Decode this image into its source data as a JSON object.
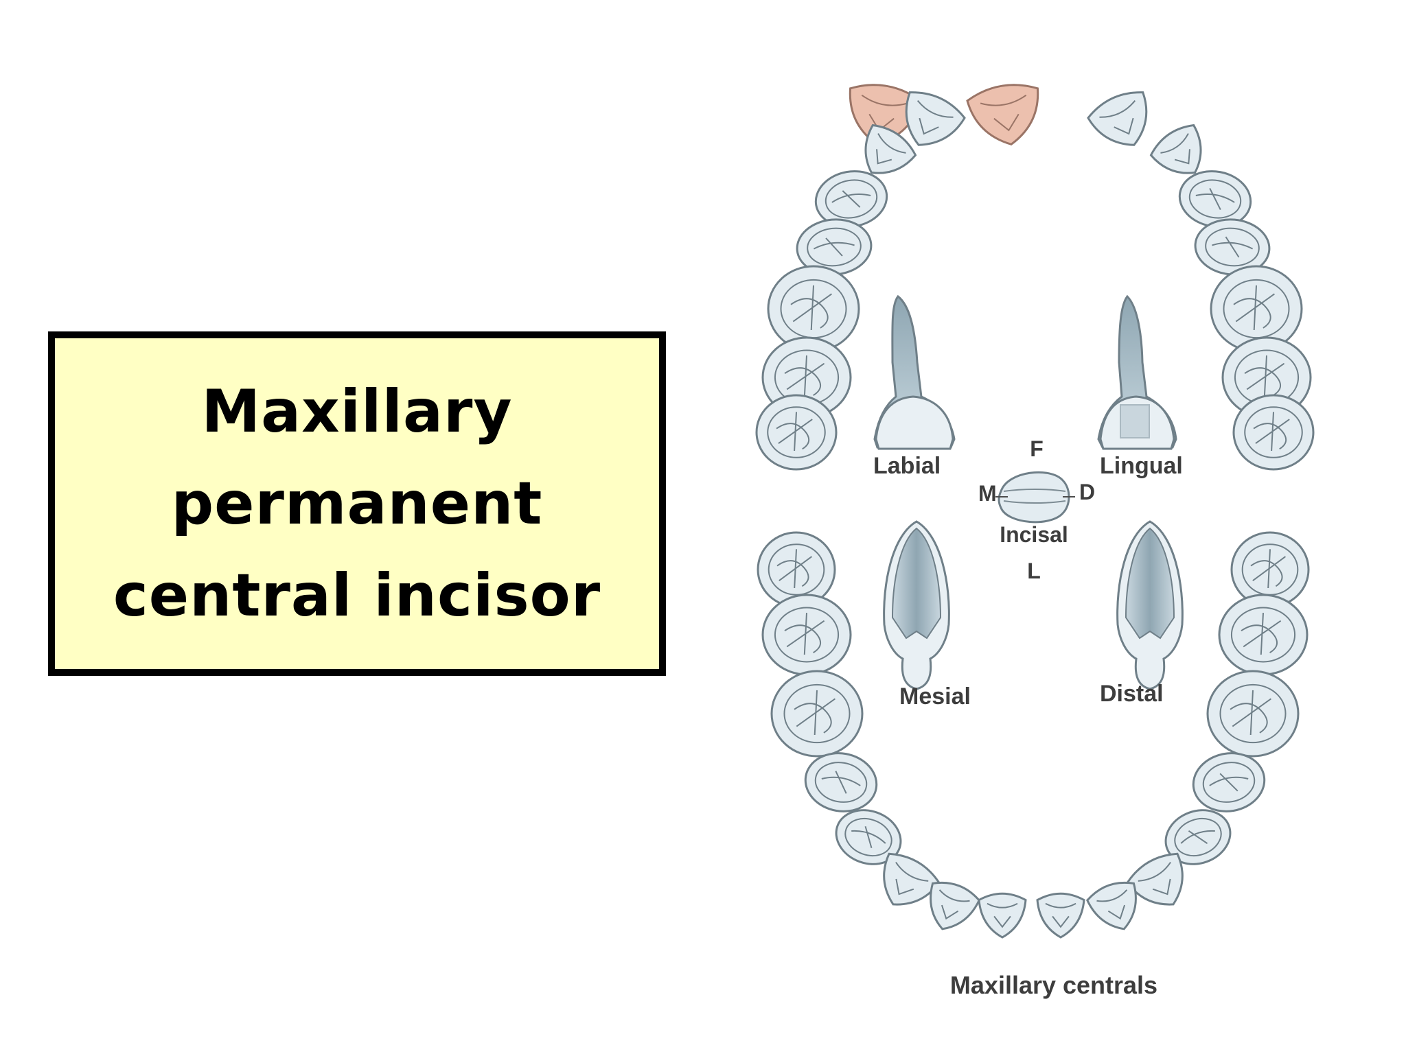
{
  "title": {
    "lines": [
      "Maxillary",
      "permanent",
      "central incisor"
    ]
  },
  "diagram": {
    "caption": "Maxillary centrals",
    "views": {
      "labial": "Labial",
      "lingual": "Lingual",
      "mesial": "Mesial",
      "distal": "Distal",
      "incisal": "Incisal"
    },
    "orientation": {
      "f": "F",
      "m": "M",
      "d": "D",
      "l": "L"
    },
    "colors": {
      "tooth_fill": "#e3ecf1",
      "tooth_outline": "#6f7f88",
      "highlight_fill": "#ecc0ae",
      "highlight_outline": "#9a7466",
      "box_fill": "#ffffc4"
    }
  }
}
